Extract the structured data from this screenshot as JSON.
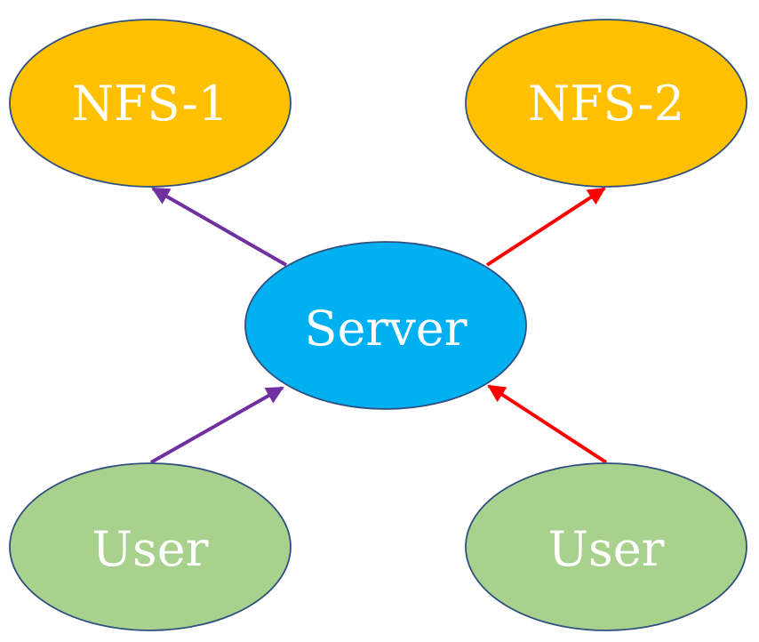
{
  "diagram": {
    "colors": {
      "storage_fill": "#ffc000",
      "server_fill": "#00b0f0",
      "user_fill": "#a9d18e",
      "node_stroke": "#2f4f7f",
      "path_a": "#7030a0",
      "path_b": "#ff0000",
      "label_text": "#ffffff"
    },
    "nodes": {
      "nfs1": {
        "label": "NFS-1",
        "role": "storage"
      },
      "nfs2": {
        "label": "NFS-2",
        "role": "storage"
      },
      "server": {
        "label": "Server",
        "role": "server"
      },
      "user_left": {
        "label": "User",
        "role": "user"
      },
      "user_right": {
        "label": "User",
        "role": "user"
      }
    },
    "edges": [
      {
        "from": "user_left",
        "to": "server",
        "color_key": "path_a"
      },
      {
        "from": "server",
        "to": "nfs1",
        "color_key": "path_a"
      },
      {
        "from": "user_right",
        "to": "server",
        "color_key": "path_b"
      },
      {
        "from": "server",
        "to": "nfs2",
        "color_key": "path_b"
      }
    ]
  }
}
